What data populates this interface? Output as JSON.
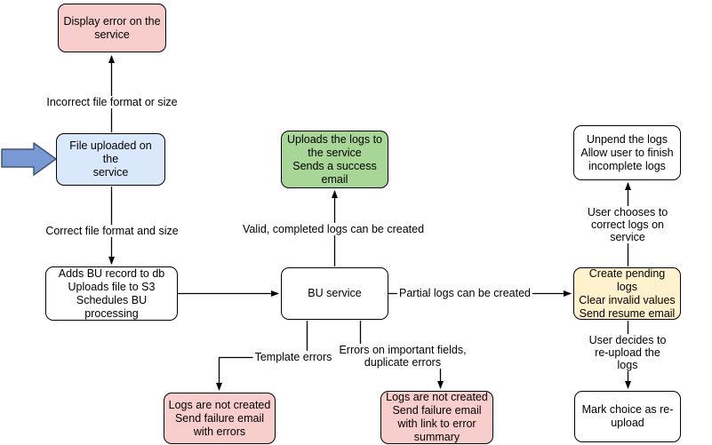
{
  "diagram": {
    "nodes": {
      "display_error": {
        "label": "Display error on the\nservice",
        "fill": "#f8cecc"
      },
      "file_uploaded": {
        "label": "File uploaded on the\nservice",
        "fill": "#dae8fc"
      },
      "adds_bu_record": {
        "label": "Adds BU record to db\nUploads file to S3\nSchedules BU processing",
        "fill": "#ffffff"
      },
      "upload_success": {
        "label": "Uploads the logs to\nthe service\nSends a success\nemail",
        "fill": "#a8d696"
      },
      "bu_service": {
        "label": "BU service",
        "fill": "#ffffff"
      },
      "unpend_logs": {
        "label": "Unpend the logs\nAllow user to finish\nincomplete logs",
        "fill": "#ffffff"
      },
      "create_pending": {
        "label": "Create pending logs\nClear invalid values\nSend resume email",
        "fill": "#fff2cc"
      },
      "mark_reupload": {
        "label": "Mark choice as re-\nupload",
        "fill": "#ffffff"
      },
      "fail_template": {
        "label": "Logs are not created\nSend failure email\nwith errors",
        "fill": "#f8cecc"
      },
      "fail_fields": {
        "label": "Logs are not created\nSend failure email\nwith link to error\nsummary",
        "fill": "#f8cecc"
      }
    },
    "edge_labels": {
      "incorrect_format": "Incorrect file format or size",
      "correct_format": "Correct file format and size",
      "valid_completed": "Valid, completed logs can be created",
      "partial_logs": "Partial logs can be created",
      "user_corrects": "User chooses to correct logs on service",
      "user_reuploads": "User decides to re-upload the logs",
      "template_errors": "Template errors",
      "field_errors": "Errors on important fields,\nduplicate errors"
    },
    "colors": {
      "node_border": "#000000",
      "edge_stroke": "#000000",
      "start_arrow_fill": "#7899d4",
      "start_arrow_stroke": "#3f5574"
    }
  }
}
